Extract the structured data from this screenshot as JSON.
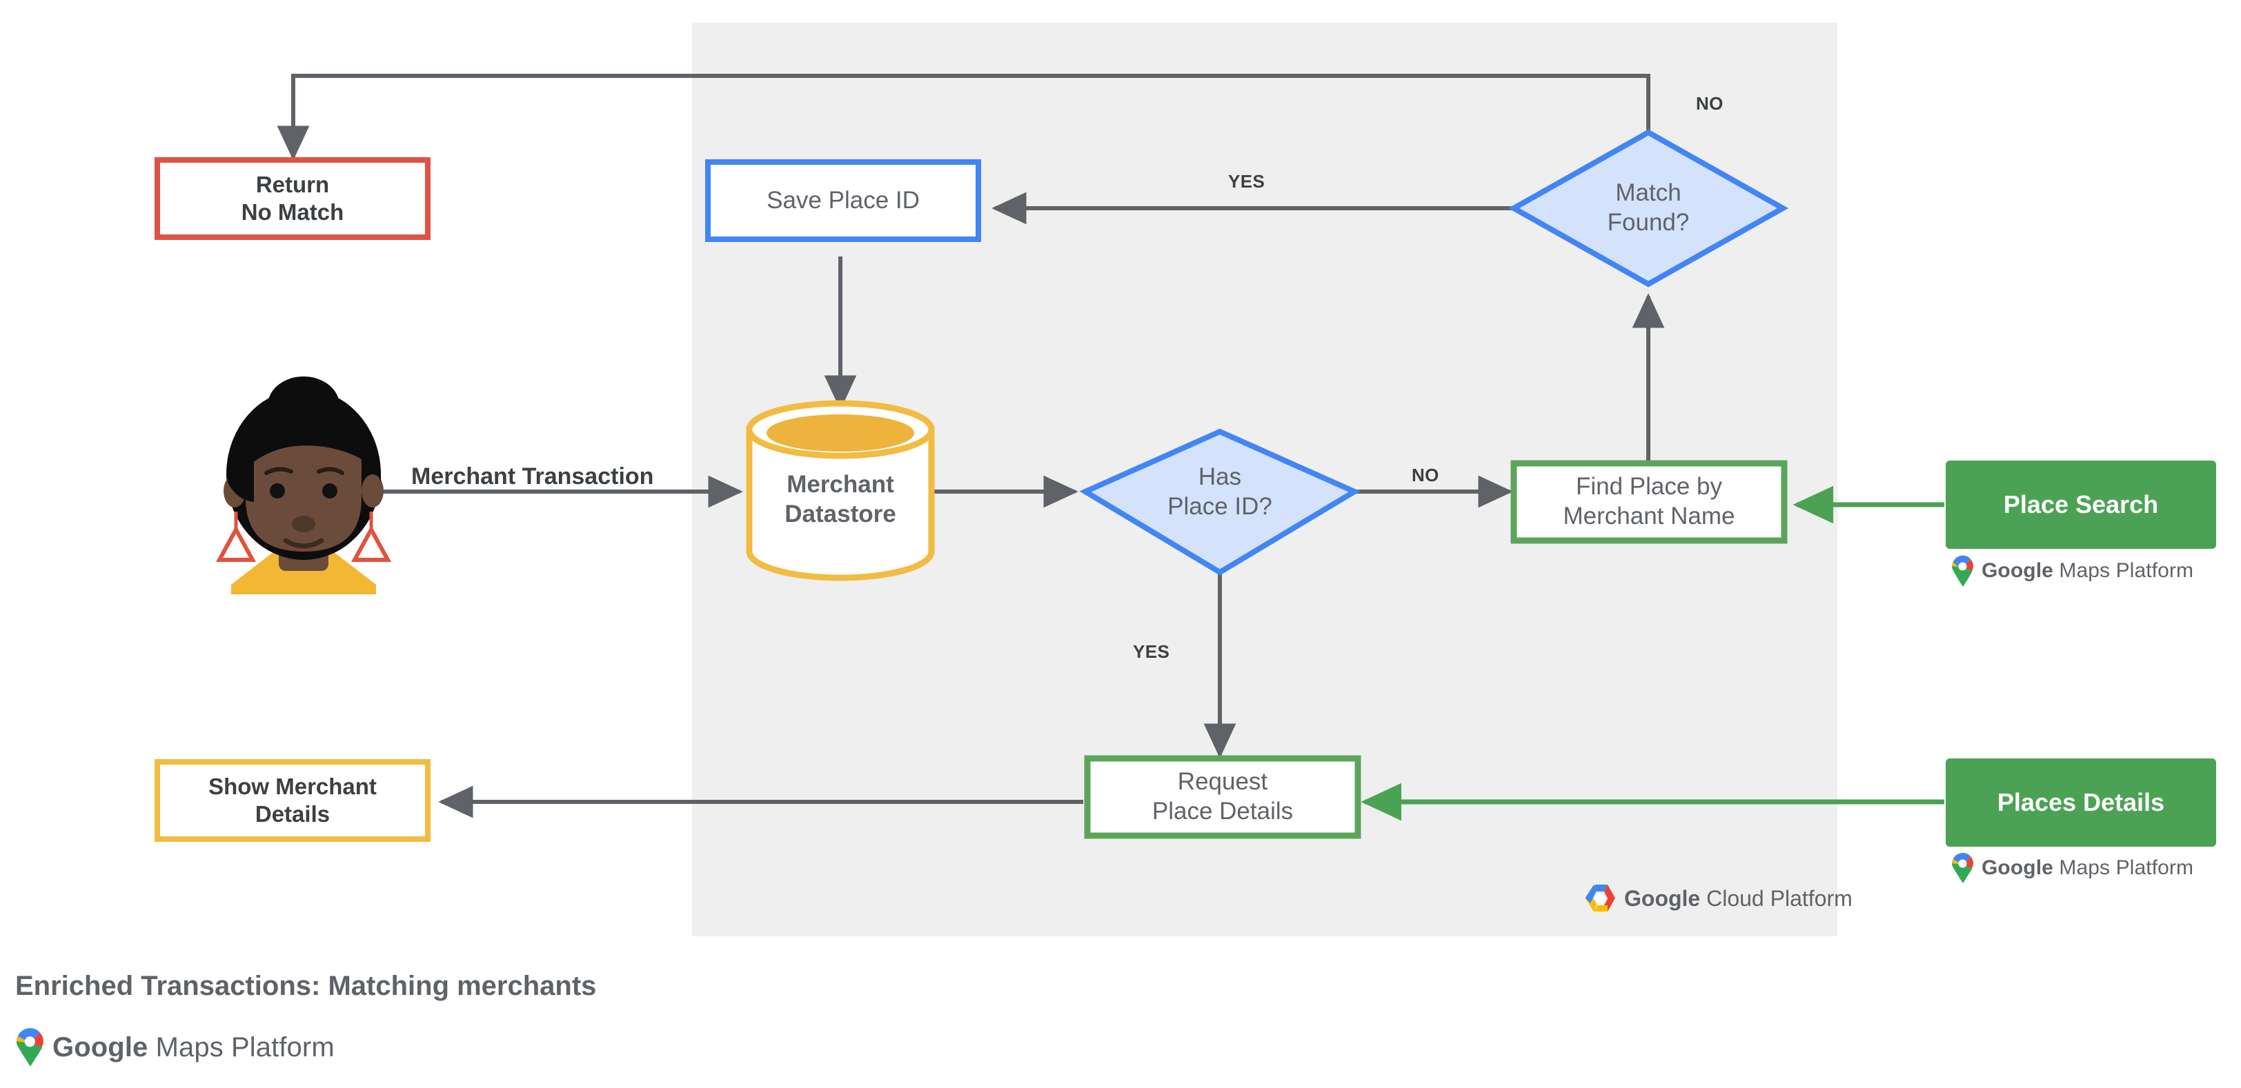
{
  "diagram": {
    "title": "Enriched Transactions: Matching merchants",
    "panel": {
      "name": "google-cloud-platform-region",
      "fill": "#efefef"
    },
    "colors": {
      "blue_border": "#4285f4",
      "blue_fill": "#d4e2fc",
      "green_border": "#5ba55b",
      "green_fill": "#4ca254",
      "yellow_border": "#f2bb42",
      "red_border": "#e05343",
      "edge_gray": "#5f6368",
      "text_dark": "#3c4043",
      "text_mid": "#5f6368",
      "panel_gray": "#efefef"
    },
    "nodes": [
      {
        "id": "return-no-match",
        "label": "Return\nNo Match",
        "shape": "rect",
        "style": "red-outline"
      },
      {
        "id": "save-place-id",
        "label": "Save Place ID",
        "shape": "rect",
        "style": "blue-outline"
      },
      {
        "id": "match-found",
        "label": "Match\nFound?",
        "shape": "diamond",
        "style": "blue-filled"
      },
      {
        "id": "merchant-datastore",
        "label": "Merchant\nDatastore",
        "shape": "cylinder",
        "style": "yellow-outline"
      },
      {
        "id": "has-place-id",
        "label": "Has\nPlace ID?",
        "shape": "diamond",
        "style": "blue-filled"
      },
      {
        "id": "find-place-by-name",
        "label": "Find Place by\nMerchant Name",
        "shape": "rect",
        "style": "green-outline"
      },
      {
        "id": "request-place-details",
        "label": "Request\nPlace Details",
        "shape": "rect",
        "style": "green-outline"
      },
      {
        "id": "show-merchant-details",
        "label": "Show Merchant\nDetails",
        "shape": "rect",
        "style": "yellow-outline"
      },
      {
        "id": "place-search",
        "label": "Place Search",
        "shape": "rect",
        "style": "green-filled"
      },
      {
        "id": "places-details",
        "label": "Places Details",
        "shape": "rect",
        "style": "green-filled"
      }
    ],
    "edges": [
      {
        "from": "actor",
        "to": "merchant-datastore",
        "label": "Merchant Transaction"
      },
      {
        "from": "merchant-datastore",
        "to": "has-place-id",
        "label": ""
      },
      {
        "from": "has-place-id",
        "to": "find-place-by-name",
        "label": "NO"
      },
      {
        "from": "has-place-id",
        "to": "request-place-details",
        "label": "YES"
      },
      {
        "from": "find-place-by-name",
        "to": "match-found",
        "label": ""
      },
      {
        "from": "match-found",
        "to": "save-place-id",
        "label": "YES"
      },
      {
        "from": "match-found",
        "to": "return-no-match",
        "label": "NO"
      },
      {
        "from": "save-place-id",
        "to": "merchant-datastore",
        "label": ""
      },
      {
        "from": "place-search",
        "to": "find-place-by-name",
        "label": ""
      },
      {
        "from": "places-details",
        "to": "request-place-details",
        "label": ""
      },
      {
        "from": "request-place-details",
        "to": "show-merchant-details",
        "label": ""
      }
    ],
    "logos": {
      "maps_platform": {
        "brand": "Google",
        "product": "Maps Platform"
      },
      "cloud_platform": {
        "brand": "Google",
        "product": "Cloud Platform"
      }
    },
    "actor": {
      "name": "merchant-customer-avatar"
    }
  }
}
